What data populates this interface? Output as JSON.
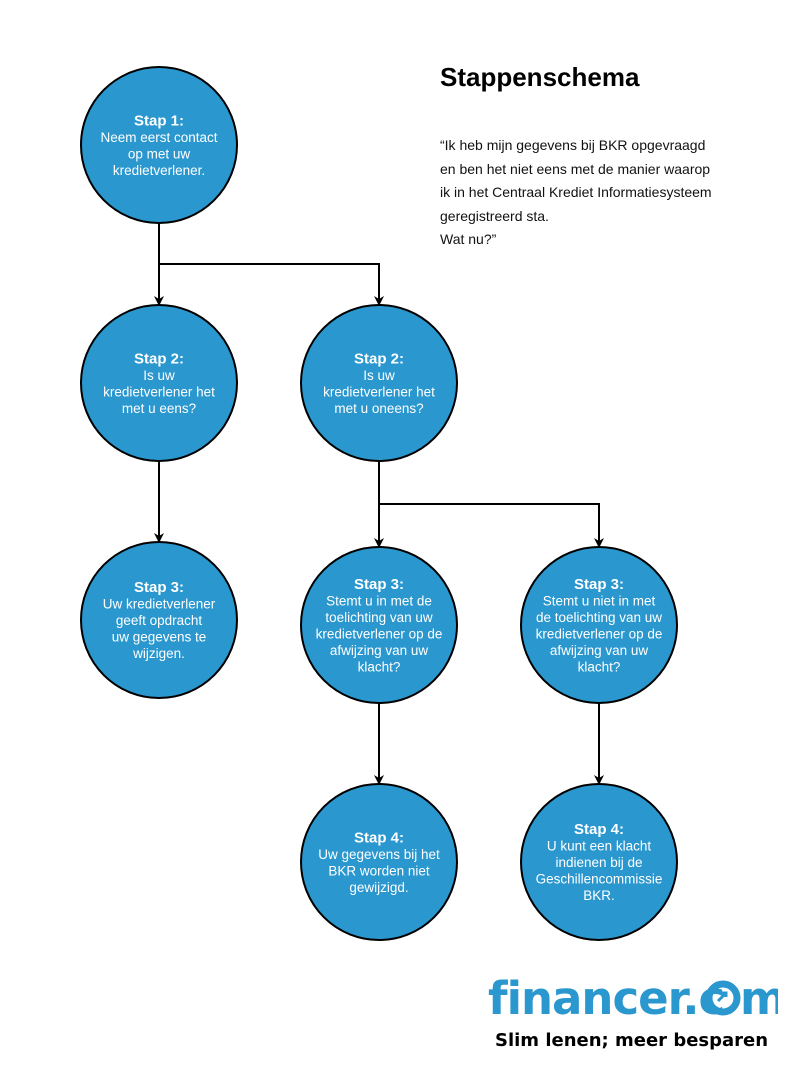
{
  "title": "Stappenschema",
  "intro_lines": [
    "“Ik heb mijn gegevens bij BKR opgevraagd",
    "en ben het niet eens met de manier waarop",
    "ik in het Centraal Krediet Informatiesysteem",
    "geregistreerd sta.",
    "Wat nu?”"
  ],
  "colors": {
    "node_fill": "#2a97cf",
    "node_stroke": "#000000",
    "node_text": "#ffffff",
    "connector": "#000000",
    "logo": "#2a97cf"
  },
  "nodes": [
    {
      "id": "stap1",
      "lines": [
        "Stap 1:",
        "Neem eerst contact",
        "op met uw",
        "kredietverlener."
      ]
    },
    {
      "id": "stap2-eens",
      "lines": [
        "Stap 2:",
        "Is uw",
        "kredietverlener het",
        "met u eens?"
      ]
    },
    {
      "id": "stap2-oneens",
      "lines": [
        "Stap 2:",
        "Is uw",
        "kredietverlener het",
        "met u oneens?"
      ]
    },
    {
      "id": "stap3-wijzigen",
      "lines": [
        "Stap 3:",
        "Uw kredietverlener",
        "geeft opdracht",
        "uw gegevens te",
        "wijzigen."
      ]
    },
    {
      "id": "stap3-in",
      "lines": [
        "Stap 3:",
        "Stemt u in met de",
        "toelichting van uw",
        "kredietverlener op de",
        "afwijzing van uw",
        "klacht?"
      ]
    },
    {
      "id": "stap3-niet",
      "lines": [
        "Stap 3:",
        "Stemt u niet in met",
        "de toelichting van uw",
        "kredietverlener op de",
        "afwijzing van uw",
        "klacht?"
      ]
    },
    {
      "id": "stap4-niet-gewijzigd",
      "lines": [
        "Stap 4:",
        "Uw gegevens bij het",
        "BKR worden niet",
        "gewijzigd."
      ]
    },
    {
      "id": "stap4-klacht",
      "lines": [
        "Stap 4:",
        "U kunt een klacht",
        "indienen bij de",
        "Geschillencommissie",
        "BKR."
      ]
    }
  ],
  "edges": [
    {
      "from": "stap1",
      "to": "stap2-eens"
    },
    {
      "from": "stap1",
      "to": "stap2-oneens"
    },
    {
      "from": "stap2-eens",
      "to": "stap3-wijzigen"
    },
    {
      "from": "stap2-oneens",
      "to": "stap3-in"
    },
    {
      "from": "stap2-oneens",
      "to": "stap3-niet"
    },
    {
      "from": "stap3-in",
      "to": "stap4-niet-gewijzigd"
    },
    {
      "from": "stap3-niet",
      "to": "stap4-klacht"
    }
  ],
  "logo": {
    "text_before": "financer.c",
    "text_after": "m",
    "icon": "coin-with-arrow-icon",
    "slogan": "Slim lenen; meer besparen"
  }
}
